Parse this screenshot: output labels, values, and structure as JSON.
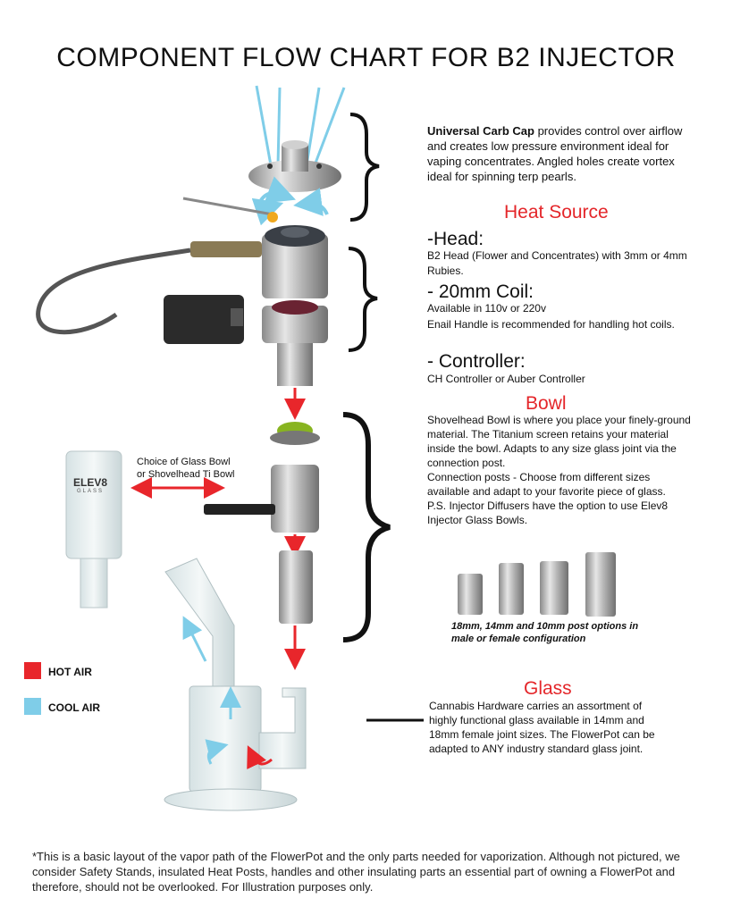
{
  "title": "COMPONENT FLOW CHART FOR B2 INJECTOR",
  "carb_cap": {
    "name": "Universal Carb Cap",
    "text_1": "provides control over airflow and creates low pressure environment ideal for vaping concentrates.",
    "text_2": "Angled holes create vortex ideal for spinning terp pearls."
  },
  "heat_source": {
    "heading": "Heat Source",
    "head_label": "-Head:",
    "head_name": "B2 Head",
    "head_text": "(Flower and Concentrates) with 3mm or 4mm Rubies.",
    "coil_label": "- 20mm Coil:",
    "coil_available": "Available in 110v or 220v",
    "coil_handle": "Enail Handle",
    "coil_handle_text": "is recommended for handling hot coils.",
    "controller_label": "- Controller:",
    "controller_text": "CH Controller or Auber Controller"
  },
  "bowl": {
    "heading": "Bowl",
    "name": "Shovelhead Bowl",
    "text_1": "is where you place your finely-ground material. The Titanium screen retains your material inside the bowl. Adapts to any size glass joint via the connection post.",
    "posts_name": "Connection posts -",
    "posts_text": "Choose from different sizes available and adapt to your favorite piece of glass.",
    "ps_text": "P.S. Injector Diffusers have the option to use Elev8 Injector Glass Bowls.",
    "choice_line_1": "Choice of Glass Bowl",
    "choice_line_2": "or Shovelhead Ti Bowl",
    "posts_caption_1": "18mm, 14mm and 10mm post options in",
    "posts_caption_2": "male or female configuration",
    "glass_bowl_logo": "ELEV8",
    "glass_bowl_logo_sub": "GLASS"
  },
  "glass": {
    "heading": "Glass",
    "text": "Cannabis Hardware carries an assortment of highly functional glass available in 14mm and 18mm female joint sizes. The FlowerPot can be adapted to ANY industry standard glass joint."
  },
  "legend": {
    "hot_label": "HOT AIR",
    "cool_label": "COOL AIR",
    "hot_color": "#e8262b",
    "cool_color": "#7fcde8"
  },
  "footnote": "*This is a basic layout of the vapor path of the FlowerPot and the only parts needed for vaporization. Although not pictured, we consider Safety Stands, insulated Heat Posts, handles and other insulating parts an essential part of owning a FlowerPot and therefore, should not be overlooked. For Illustration purposes only."
}
